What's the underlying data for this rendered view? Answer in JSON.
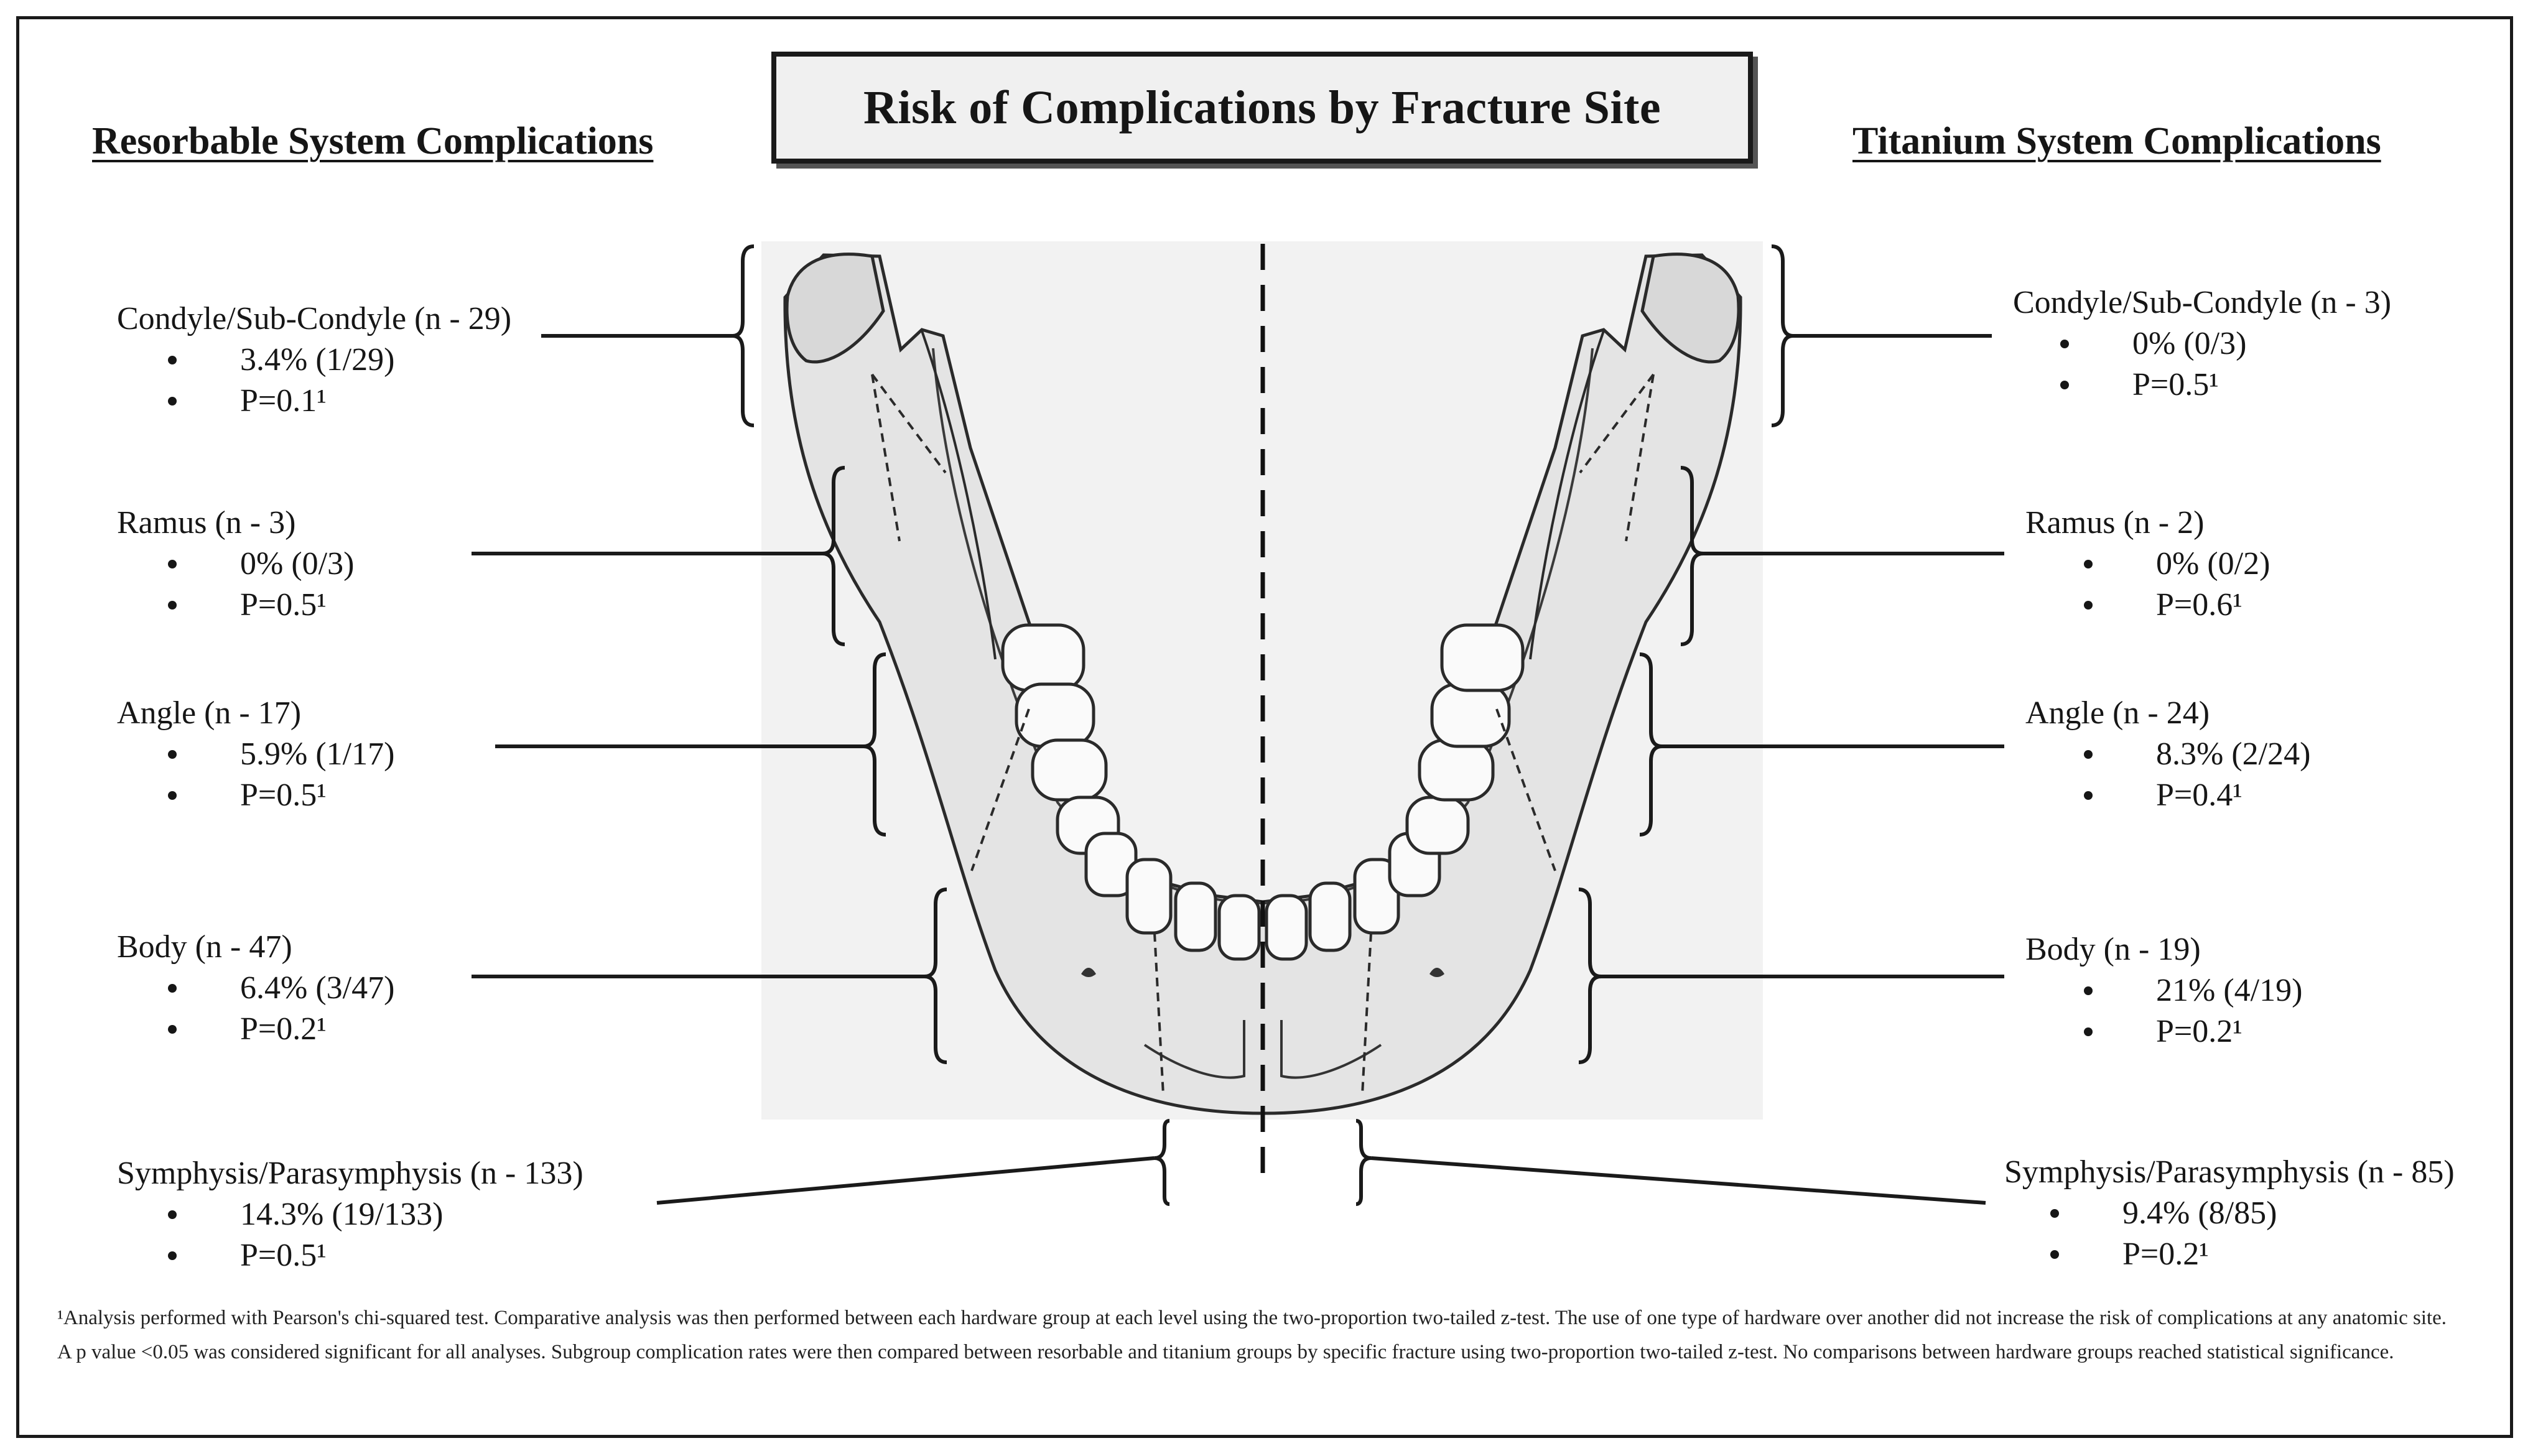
{
  "title": "Risk of Complications by Fracture Site",
  "left_heading": "Resorbable System Complications",
  "right_heading": "Titanium System Complications",
  "resorbable": [
    {
      "site": "Condyle/Sub-Condyle (n - 29)",
      "rate": "3.4% (1/29)",
      "p": "P=0.1¹"
    },
    {
      "site": "Ramus (n - 3)",
      "rate": "0% (0/3)",
      "p": "P=0.5¹"
    },
    {
      "site": "Angle (n - 17)",
      "rate": "5.9% (1/17)",
      "p": "P=0.5¹"
    },
    {
      "site": "Body (n - 47)",
      "rate": "6.4% (3/47)",
      "p": "P=0.2¹"
    },
    {
      "site": "Symphysis/Parasymphysis (n - 133)",
      "rate": "14.3% (19/133)",
      "p": "P=0.5¹"
    }
  ],
  "titanium": [
    {
      "site": "Condyle/Sub-Condyle (n - 3)",
      "rate": "0% (0/3)",
      "p": "P=0.5¹"
    },
    {
      "site": "Ramus (n - 2)",
      "rate": "0% (0/2)",
      "p": "P=0.6¹"
    },
    {
      "site": "Angle (n - 24)",
      "rate": "8.3% (2/24)",
      "p": "P=0.4¹"
    },
    {
      "site": "Body (n - 19)",
      "rate": "21% (4/19)",
      "p": "P=0.2¹"
    },
    {
      "site": "Symphysis/Parasymphysis (n - 85)",
      "rate": "9.4% (8/85)",
      "p": "P=0.2¹"
    }
  ],
  "footnote": "¹Analysis performed with Pearson's chi-squared test. Comparative analysis was then performed between each hardware group at each level using the two-proportion two-tailed z-test. The use of one type of hardware over another did not increase the risk of complications at any anatomic site. A p value <0.05 was considered significant for all analyses. Subgroup complication rates were then compared between resorbable and titanium groups by specific fracture using two-proportion two-tailed z-test. No comparisons between hardware groups reached statistical significance.",
  "colors": {
    "bone": "#e4e4e4",
    "panel": "#f2f2f2",
    "tooth": "#fafafa",
    "ink": "#161616"
  }
}
